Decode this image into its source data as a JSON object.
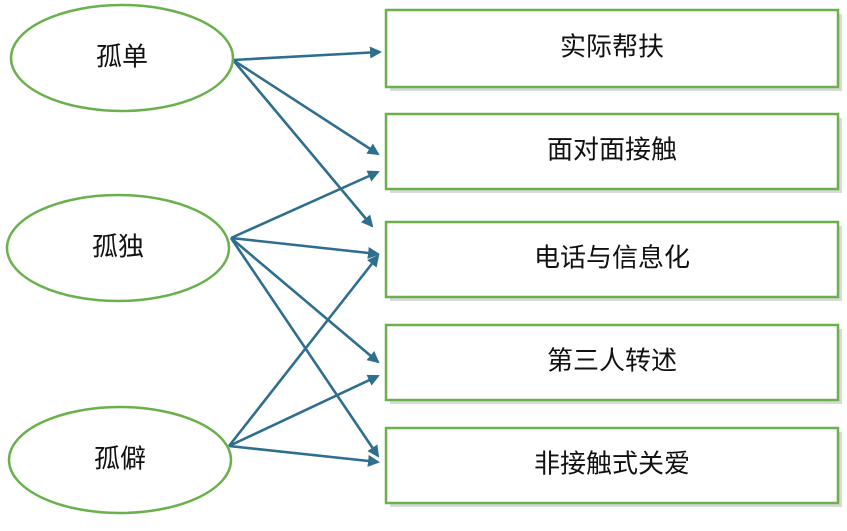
{
  "sources": [
    {
      "id": "s1",
      "label": "孤单"
    },
    {
      "id": "s2",
      "label": "孤独"
    },
    {
      "id": "s3",
      "label": "孤僻"
    }
  ],
  "targets": [
    {
      "id": "t1",
      "label": "实际帮扶"
    },
    {
      "id": "t2",
      "label": "面对面接触"
    },
    {
      "id": "t3",
      "label": "电话与信息化"
    },
    {
      "id": "t4",
      "label": "第三人转述"
    },
    {
      "id": "t5",
      "label": "非接触式关爱"
    }
  ],
  "edges": [
    {
      "from": "s1",
      "to": "t1"
    },
    {
      "from": "s1",
      "to": "t2"
    },
    {
      "from": "s1",
      "to": "t3"
    },
    {
      "from": "s2",
      "to": "t2"
    },
    {
      "from": "s2",
      "to": "t3"
    },
    {
      "from": "s2",
      "to": "t4"
    },
    {
      "from": "s2",
      "to": "t5"
    },
    {
      "from": "s3",
      "to": "t3"
    },
    {
      "from": "s3",
      "to": "t4"
    },
    {
      "from": "s3",
      "to": "t5"
    }
  ],
  "colors": {
    "node_border": "#6ab04c",
    "arrow": "#2e6e8e"
  }
}
